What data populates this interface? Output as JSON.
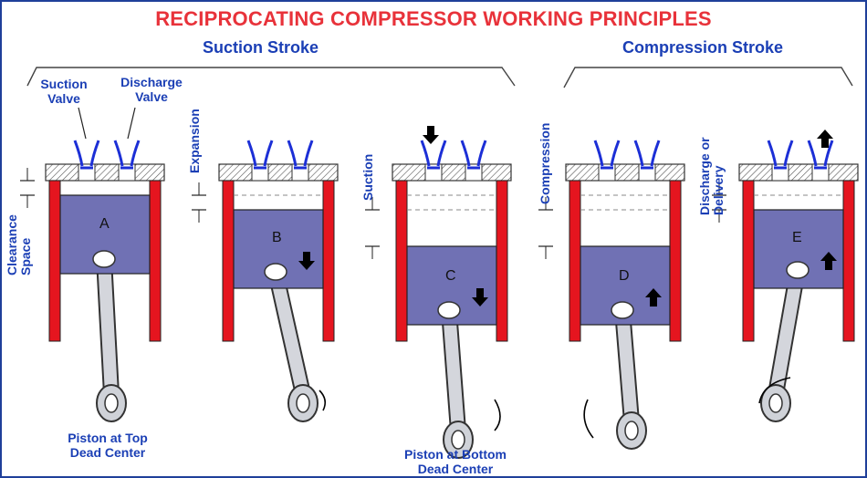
{
  "title": "RECIPROCATING COMPRESSOR WORKING PRINCIPLES",
  "strokes": {
    "suction": "Suction Stroke",
    "compression": "Compression Stroke"
  },
  "labels": {
    "suction_valve": [
      "Suction",
      "Valve"
    ],
    "discharge_valve": [
      "Discharge",
      "Valve"
    ],
    "clearance_space": [
      "Clearance",
      "Space"
    ],
    "expansion": "Expansion",
    "suction": "Suction",
    "compression": "Compression",
    "discharge_delivery": [
      "Discharge or",
      "Delivery"
    ],
    "tdc": [
      "Piston at Top",
      "Dead Center"
    ],
    "bdc": [
      "Piston at Bottom",
      "Dead Center"
    ]
  },
  "stages": [
    {
      "letter": "A"
    },
    {
      "letter": "B"
    },
    {
      "letter": "C"
    },
    {
      "letter": "D"
    },
    {
      "letter": "E"
    }
  ],
  "colors": {
    "title": "#e8323a",
    "text": "#1b3fb5",
    "cylinder_wall": "#e5151f",
    "piston": "#7071b4",
    "valve": "#1c2fd6",
    "border": "#1f3f9a"
  }
}
